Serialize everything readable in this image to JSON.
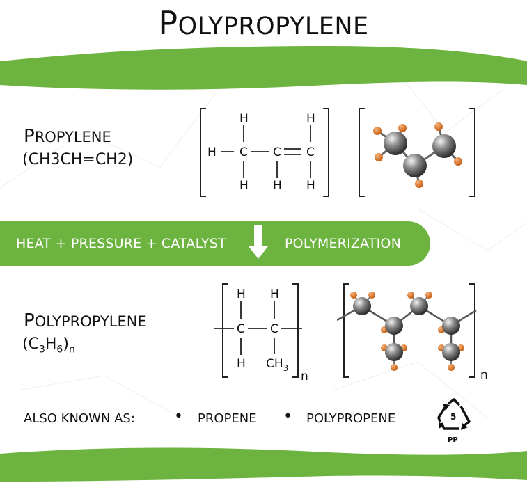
{
  "title": {
    "first": "P",
    "rest": "OLYPROPYLENE"
  },
  "propylene": {
    "name_first": "P",
    "name_rest": "ROPYLENE",
    "formula": "(CH3CH=CH2)"
  },
  "process": {
    "left": "HEAT + PRESSURE + CATALYST",
    "right": "POLYMERIZATION"
  },
  "polypropylene": {
    "name_first": "P",
    "name_rest": "OLYPROPYLENE",
    "formula_open": "(C",
    "sub3": "3",
    "h": "H",
    "sub6": "6",
    "formula_close": ")",
    "subn": "n"
  },
  "struct_top": {
    "h": "H",
    "c": "C"
  },
  "struct_bottom": {
    "h": "H",
    "c": "C",
    "ch": "CH",
    "ch_sub": "3",
    "n": "n"
  },
  "ball_n": "n",
  "aka": {
    "label": "ALSO KNOWN AS:",
    "bullet": "•",
    "items": [
      "PROPENE",
      "POLYPROPENE"
    ]
  },
  "recycle": {
    "number": "5",
    "code": "PP"
  },
  "colors": {
    "green": "#6db33f",
    "atom_dark": "#4d4d4d",
    "atom_light": "#bfbfbf",
    "hydrogen": "#e07a22"
  }
}
